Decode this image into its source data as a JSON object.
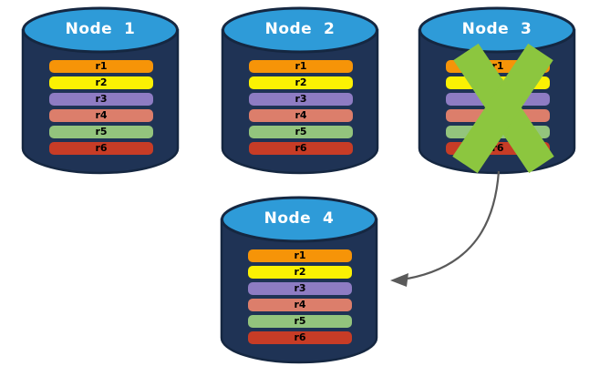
{
  "diagram_title": "database-replication-node-failure",
  "nodes": [
    {
      "title": "Node  1"
    },
    {
      "title": "Node  2"
    },
    {
      "title": "Node  3"
    },
    {
      "title": "Node  4"
    }
  ],
  "rows": [
    {
      "label": "r1",
      "color": "#F69408"
    },
    {
      "label": "r2",
      "color": "#FBF103"
    },
    {
      "label": "r3",
      "color": "#8E7CC3"
    },
    {
      "label": "r4",
      "color": "#DC7E6B"
    },
    {
      "label": "r5",
      "color": "#93C47D"
    },
    {
      "label": "r6",
      "color": "#C73C26"
    }
  ],
  "colors": {
    "cylinder_body": "#1F3355",
    "cylinder_rim": "#152741",
    "cylinder_top": "#2E9BD8",
    "failure_x": "#8CC63F",
    "arrow": "#5A5A5A"
  },
  "failure": {
    "failed_node": "Node  3",
    "marker": "green-x"
  },
  "arrow": {
    "from": "Node  3",
    "to": "Node  4"
  }
}
